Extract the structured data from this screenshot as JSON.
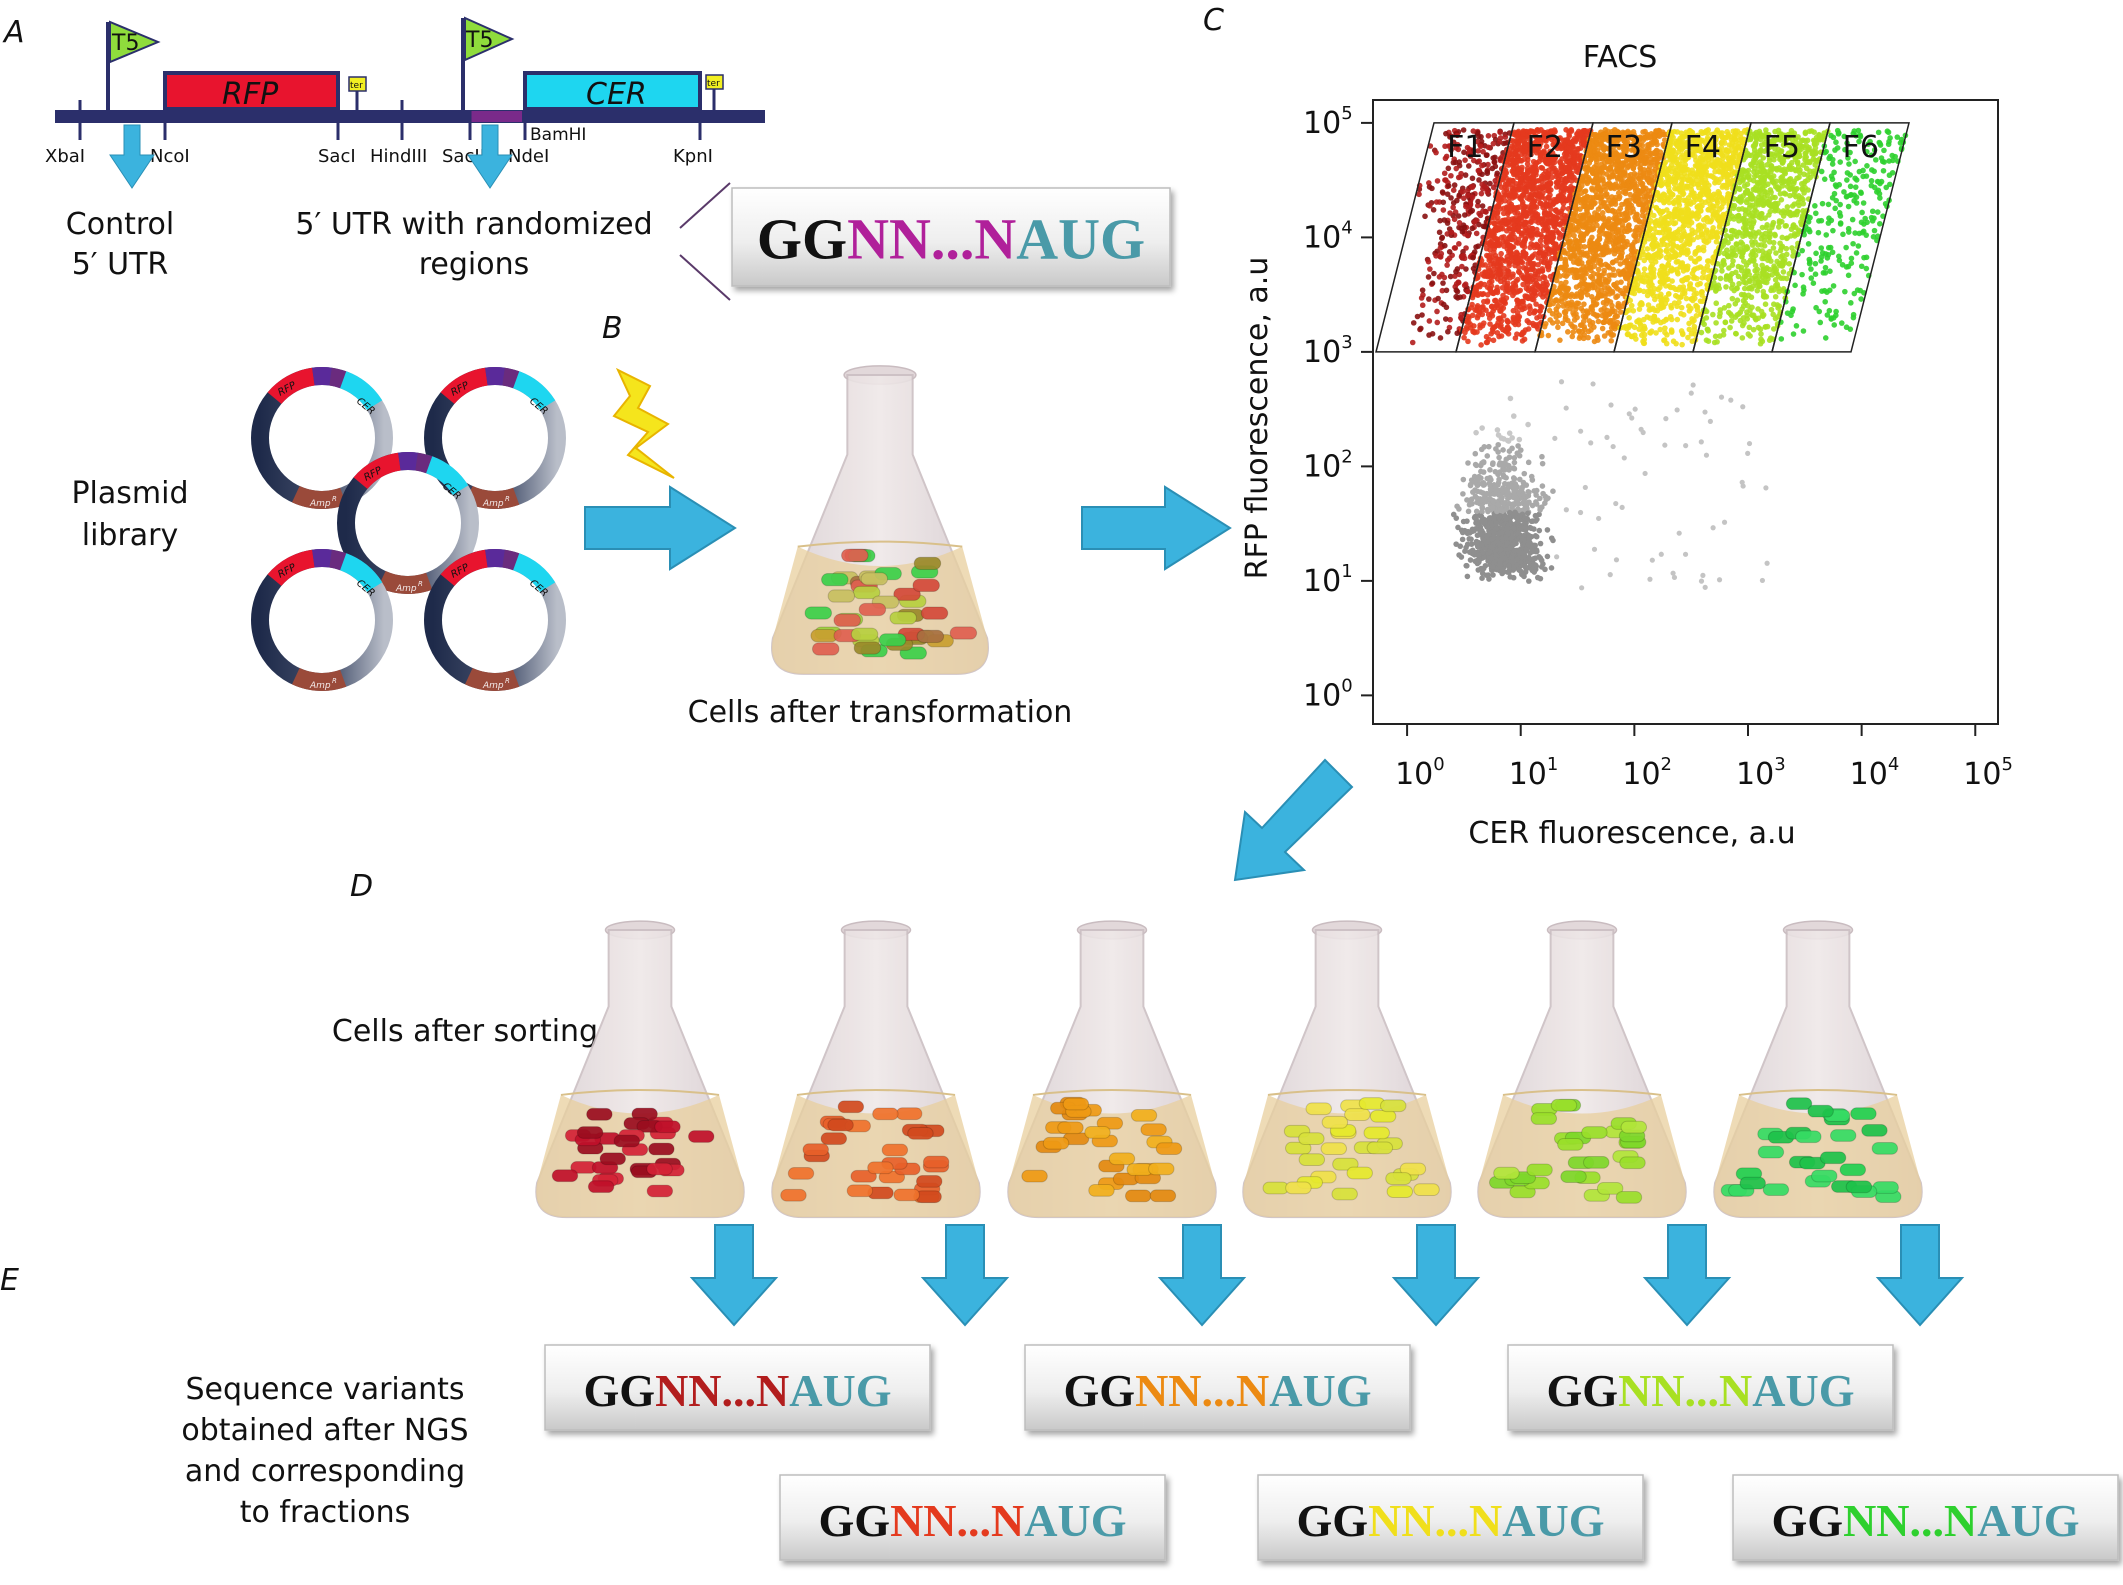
{
  "panels": {
    "a": "A",
    "b": "B",
    "c": "C",
    "d": "D",
    "e": "E"
  },
  "construct": {
    "promoter_label": "T5",
    "terminator_label": "ter",
    "gene1": "RFP",
    "gene2": "CER",
    "sites": {
      "xbai": "XbaI",
      "ncoi": "NcoI",
      "saci": "SacI",
      "hindiii": "HindIII",
      "sacii": "SacII",
      "ndei": "NdeI",
      "bamhi": "BamHI",
      "kpni": "KpnI"
    },
    "control_line1": "Control",
    "control_line2": "5′ UTR",
    "randomized_line1": "5′ UTR with randomized",
    "randomized_line2": "regions"
  },
  "seq_parts": {
    "gg": "GG",
    "nn": "NN",
    "dots": "...",
    "n": "N",
    "aug": "AUG"
  },
  "plasmid": {
    "title_line1": "Plasmid",
    "title_line2": "library",
    "rfp": "RFP",
    "cer": "CER",
    "amp": "Amp",
    "amp_sup": "R"
  },
  "transformation_caption": "Cells after transformation",
  "facs": {
    "title": "FACS",
    "ylabel": "RFP fluorescence, a.u",
    "xlabel": "CER fluorescence, a.u",
    "tick_base": "10",
    "ticks": [
      "0",
      "1",
      "2",
      "3",
      "4",
      "5"
    ],
    "fractions": [
      "F1",
      "F2",
      "F3",
      "F4",
      "F5",
      "F6"
    ]
  },
  "sorting_caption": "Cells after sorting",
  "ngs_caption": [
    "Sequence variants",
    "obtained after NGS",
    "and corresponding",
    "to fractions"
  ],
  "colors": {
    "arrow": "#3bb3de",
    "random": "#b0209a",
    "aug": "#4a9aa8",
    "f1": "#b21d1d",
    "f2": "#e43a1e",
    "f3": "#ec8a12",
    "f4": "#f0df1c",
    "f5": "#a8e022",
    "f6": "#2ed02e"
  }
}
